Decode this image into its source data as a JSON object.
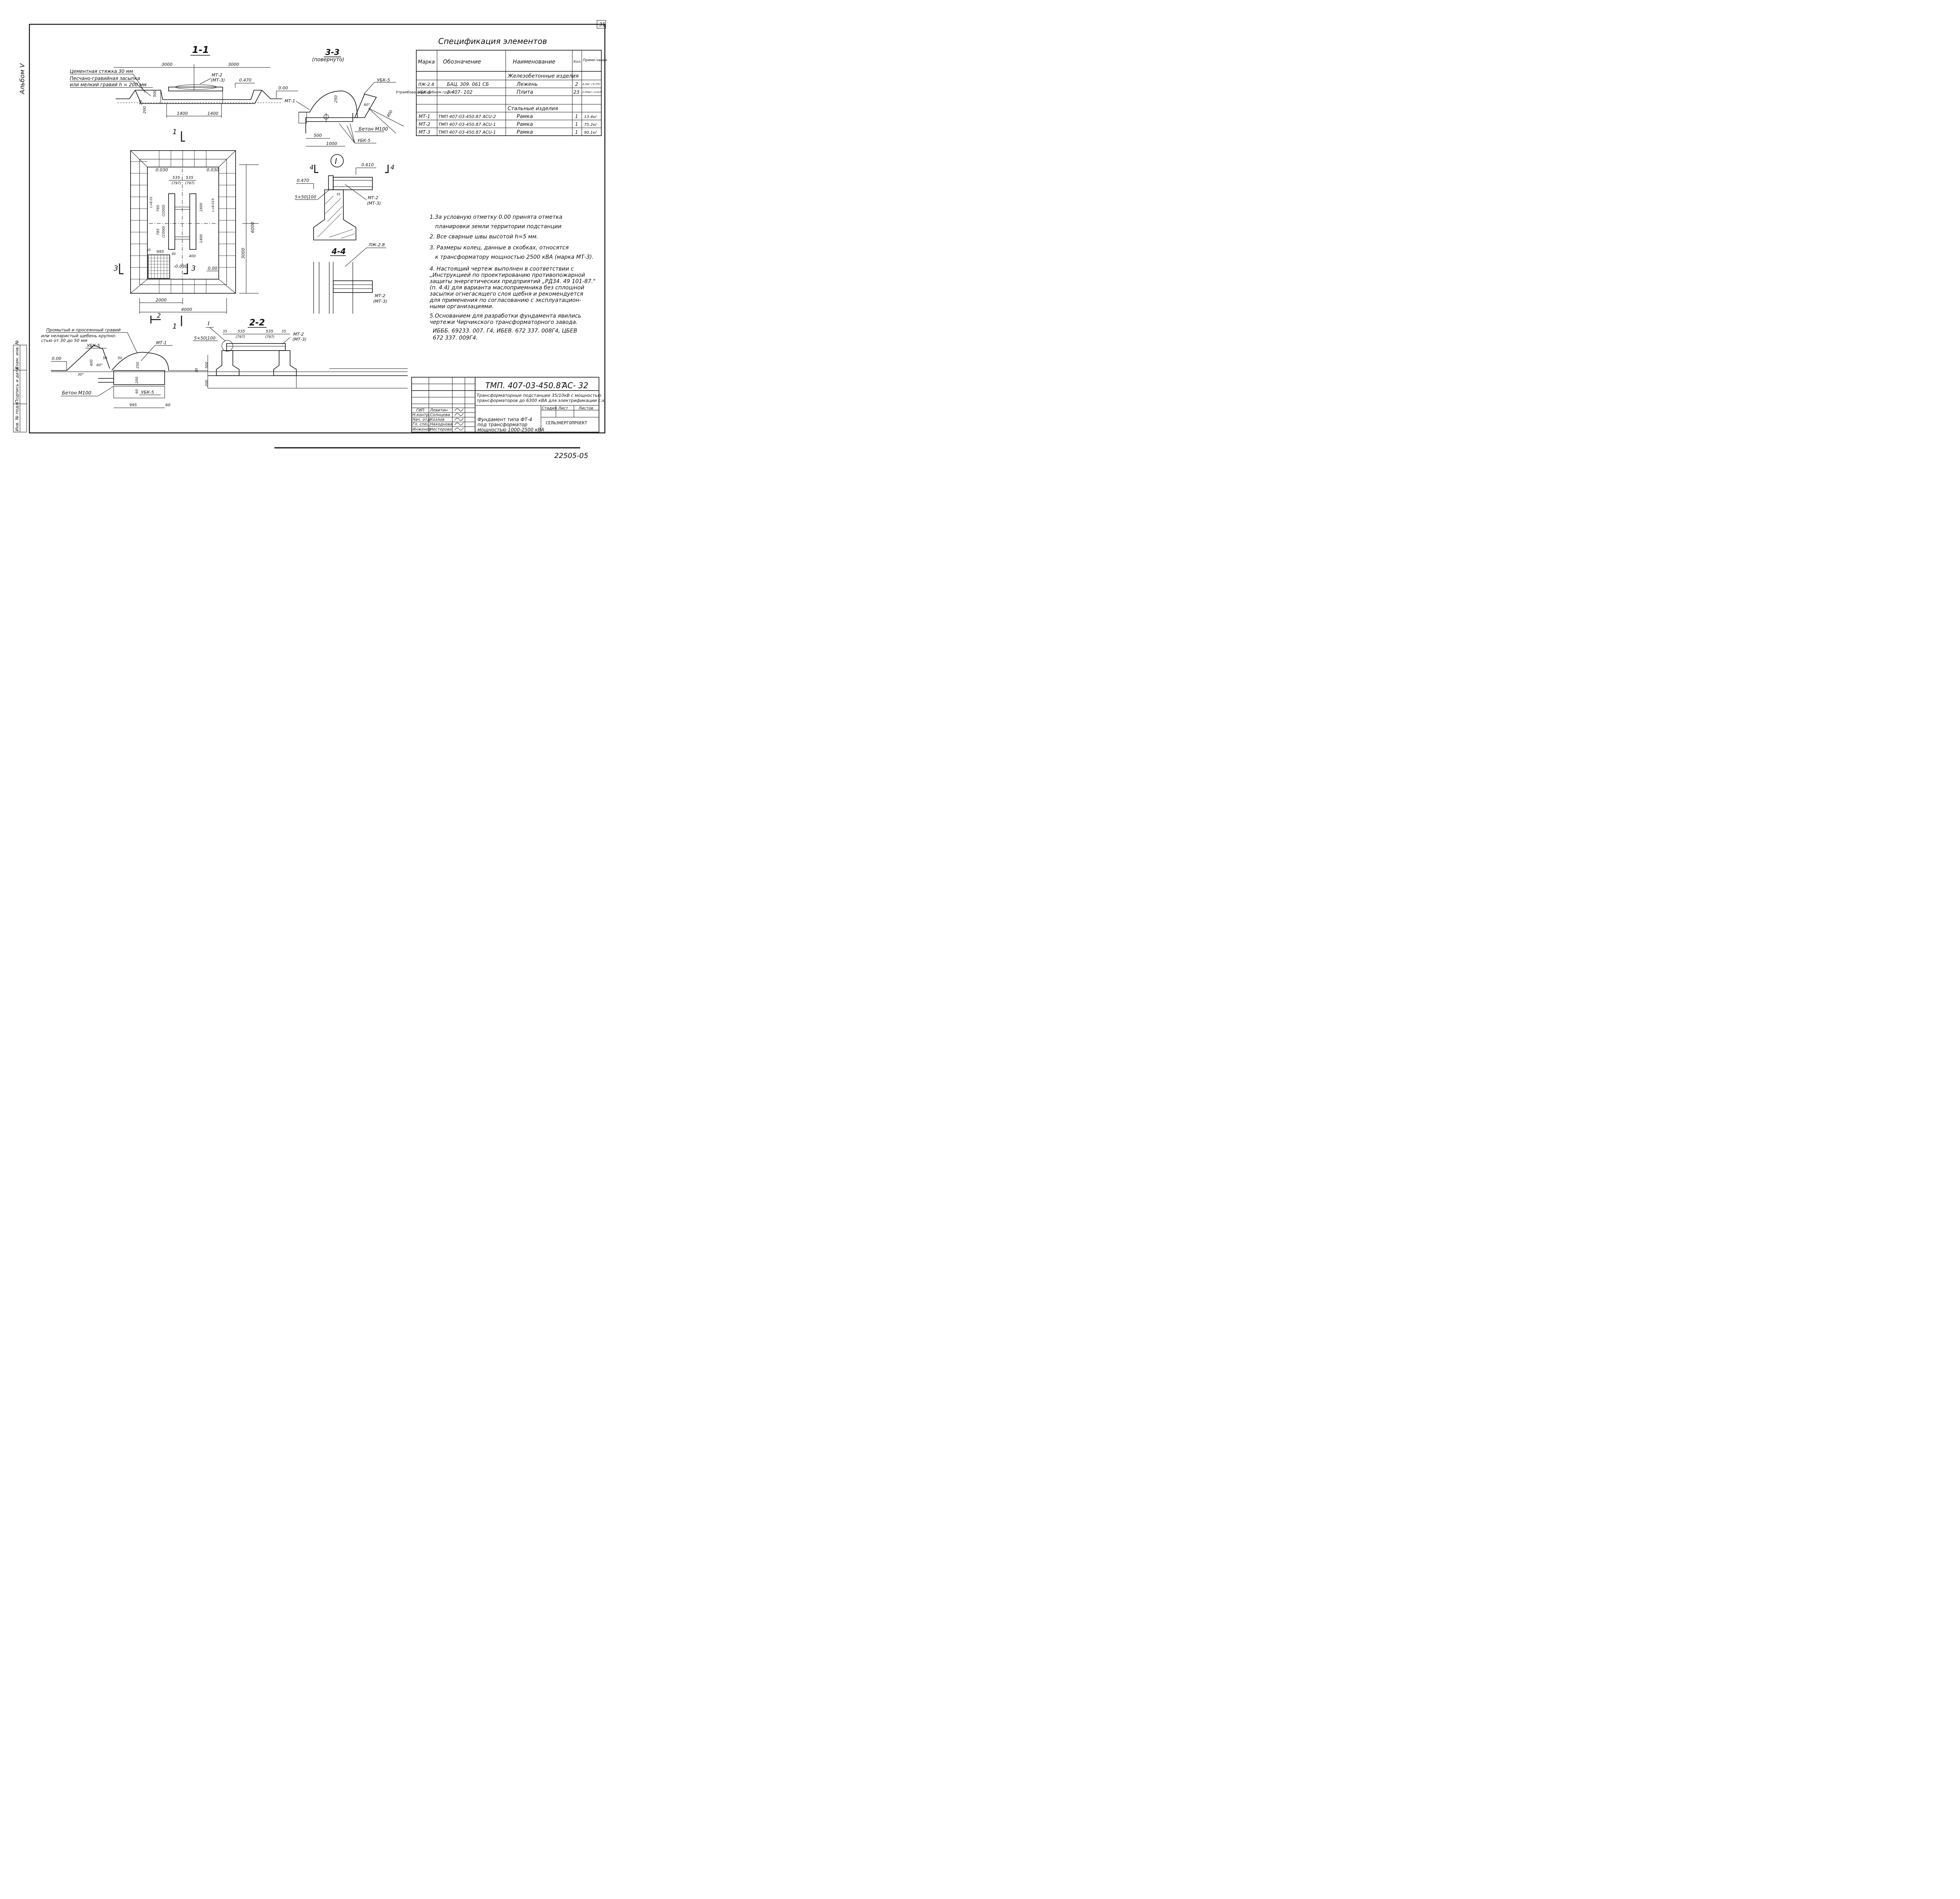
{
  "sheet": {
    "page_number": "31",
    "album": "Альбом V",
    "bottom_number": "22505-05"
  },
  "sections": {
    "s11": "1-1",
    "s22": "2-2",
    "s33": "3-3",
    "s33_sub": "(повернуто)",
    "s44": "4-4",
    "node_I": "I"
  },
  "labels": {
    "cement": "Цементная стяжка 30 мм",
    "sand": "Песчано-гравийная засыпка",
    "gravel": "или мелкий гравий h = 200 мм",
    "mt2": "МТ-2",
    "mt3": "(МТ-3)",
    "mt1": "МТ-1",
    "ubk5": "УБК-5",
    "beton": "Бетон М100",
    "compacted": "Утрамбованный щебнем грунт",
    "lzh": "ЛЖ-2.8",
    "weld": "5×50|100",
    "washed": "Промытый и просеянный гравий",
    "crushed": "или неларистый щебень крупно-",
    "size": "стью от 30 до 50 мм"
  },
  "dims": {
    "d3000": "3000",
    "d1400": "1400",
    "d0470": "0.470",
    "d000": "0.00",
    "d0610": "0.610",
    "d0030": "0.030",
    "dm0030": "-0.030",
    "d535": "535",
    "d797": "(797)",
    "d785": "785",
    "d1000p": "(1000)",
    "d1400v": "1400",
    "d6000": "6000",
    "d2000": "2000",
    "d4000": "4000",
    "d995": "995",
    "d400": "400",
    "d500": "500",
    "d1000": "1000",
    "d250": "250",
    "d200": "200",
    "d50": "50",
    "d30": "30",
    "d60": "60",
    "d80": "80",
    "d35": "35",
    "d30deg": "30°",
    "d60deg": "60°",
    "l1": "L=8.01",
    "l2": "L=8.015",
    "d8": "8",
    "d1600": "1600",
    "d995b": "995"
  },
  "spec": {
    "title": "Спецификация элементов",
    "headers": [
      "Марка",
      "Обозначение",
      "Наименование",
      "Кол.",
      "Приме-чание"
    ],
    "group1": "Железобетонные изделия",
    "group2": "Стальные изделия",
    "rows1": [
      [
        "ЛЖ-2.8",
        "БАЦ. 309. 061 СБ",
        "Лежень",
        "2",
        "0.3м³ / 0.75т"
      ],
      [
        "УБК-5",
        "3.407- 102",
        "Плита",
        "23",
        "0.008м³ / 0.023т"
      ]
    ],
    "rows2": [
      [
        "МТ-1",
        "ТМП 407-03-450.87 АСU-2",
        "Рамка",
        "1",
        "13.4кг"
      ],
      [
        "МТ-2",
        "ТМП 407-03-450.87 АСU-1",
        "Рамка",
        "1",
        "75.2кг"
      ],
      [
        "МТ-3",
        "ТМП 407-03-450.87 АСU-1",
        "Рамка",
        "1",
        "90.1кг"
      ]
    ]
  },
  "notes": [
    "1.За условную отметку 0.00 принята отметка",
    "планировки земли территории подстанции",
    "2. Все сварные швы высотой h=5 мм.",
    "3. Размеры колец, данные в скобках, относятся",
    "к трансформатору мощностью 2500 кВА (марка МТ-3).",
    "4. Настоящий чертеж выполнен в соответствии с",
    "„Инструкцией по проектированию противопожарной",
    "защиты энергетических предприятий „РД34. 49 101-87.\"",
    "(п. 4.4) для варианта маслоприемника без сплошной",
    "засыпки огнегасящего слоя щебня и рекомендуется",
    "для применения по согласованию с эксплуатацион-",
    "ными организациями.",
    "5.Основанием для разработки фундамента явились",
    "чертежи Чирчикского трансформаторного завода.",
    "ИБББ. 69233. 007. Г4, ИБЕВ. 672 337. 008Г4, ЦБЕВ",
    "672 337. 009Г4."
  ],
  "titleblock": {
    "code": "ТМП. 407-03-450.87",
    "sheet_code": "АС- 32",
    "project1": "Трансформаторные подстанции 35/10кВ с мощностью",
    "project2": "трансформаторов до 6300 кВА для электрификации с.х.",
    "stage": "Стадия",
    "list": "Лист",
    "lists": "Листов",
    "drawing1": "Фундамент типа ФТ-4",
    "drawing2": "под трансформатор",
    "drawing3": "мощностью 1000-2500 кВА",
    "org": "СЕЛЬЭНЕРГОПРОЕКТ",
    "roles": [
      "ГИП",
      "Н.контр.",
      "Нач. отд.",
      "Гл. спец.",
      "Инженер"
    ],
    "names": [
      "Левитин",
      "Солнцева",
      "Козлов",
      "Находнова",
      "Нестерова"
    ],
    "side_cols": [
      "Инв. № подл.",
      "Подпись и дата",
      "Взам. инв. №"
    ]
  }
}
